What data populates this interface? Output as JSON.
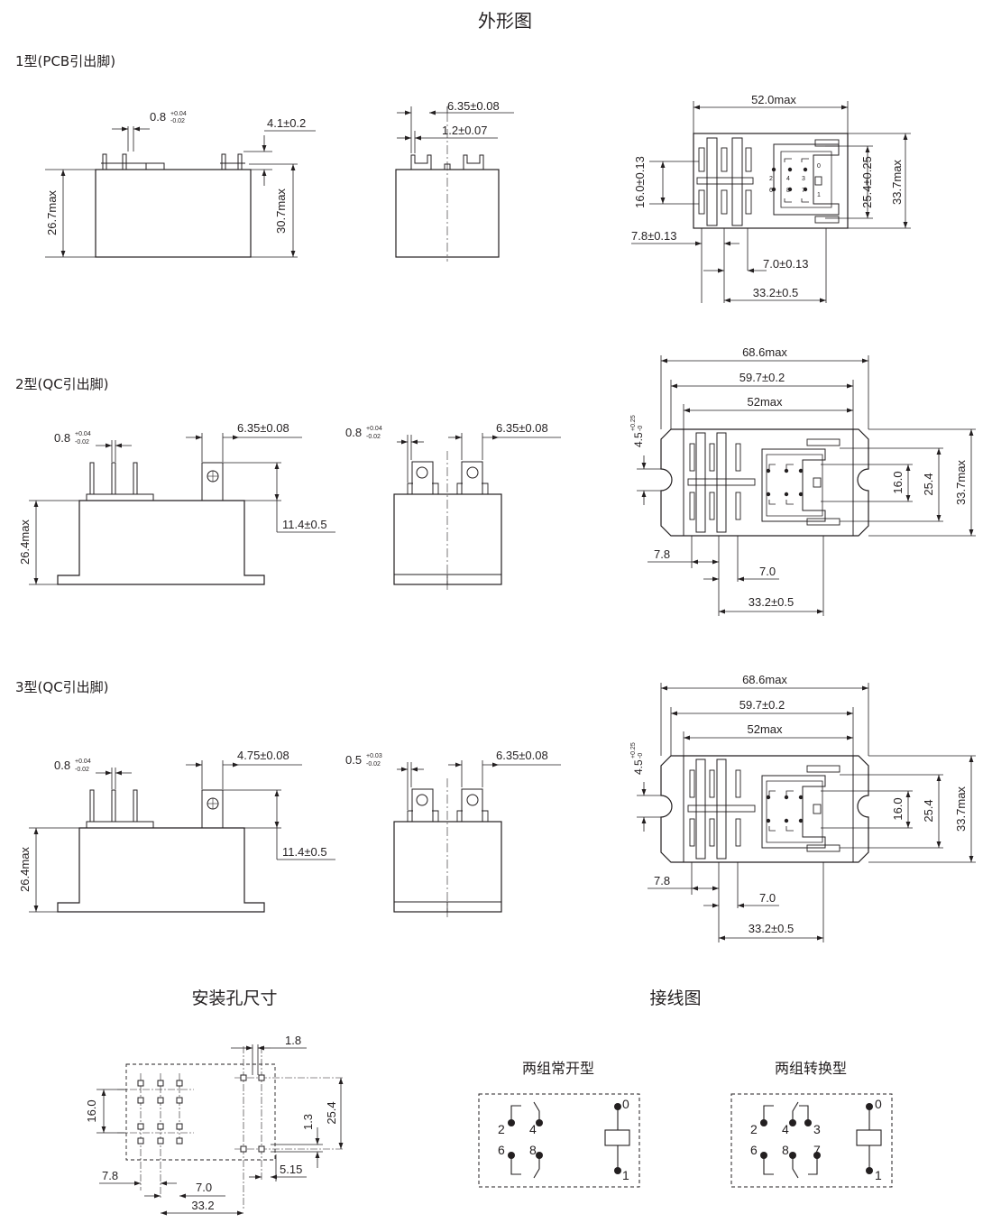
{
  "title": "外形图",
  "type1": {
    "label": "1型(PCB引出脚)",
    "pin_thk_base": "0.8",
    "pin_thk_sup": "+0.04",
    "pin_thk_sub": "-0.02",
    "pin_len": "4.1±0.2",
    "height": "26.7max",
    "total_height": "30.7max",
    "pin_pitch": "6.35±0.08",
    "pin_width": "1.2±0.07",
    "width": "52.0max",
    "row_pitch": "16.0±0.13",
    "coil_pitch": "25.4±0.25",
    "depth": "33.7max",
    "edge": "7.8±0.13",
    "col_pitch": "7.0±0.13",
    "span": "33.2±0.5",
    "terminals": [
      "2",
      "4",
      "3",
      "0",
      "6",
      "8",
      "7",
      "1"
    ]
  },
  "type2": {
    "label": "2型(QC引出脚)",
    "pin_thk_base": "0.8",
    "pin_thk_sup": "+0.04",
    "pin_thk_sub": "-0.02",
    "tab_w": "6.35±0.08",
    "tab_h": "11.4±0.5",
    "height": "26.4max",
    "side_thk_base": "0.8",
    "side_thk_sup": "+0.04",
    "side_thk_sub": "-0.02",
    "side_tab_w": "6.35±0.08",
    "w1": "68.6max",
    "w2": "59.7±0.2",
    "w3": "52max",
    "hole_base": "4.5",
    "hole_sup": "+0.25",
    "hole_sub": "-0",
    "r1": "16.0",
    "r2": "25.4",
    "r3": "33.7max",
    "e1": "7.8",
    "e2": "7.0",
    "e3": "33.2±0.5"
  },
  "type3": {
    "label": "3型(QC引出脚)",
    "pin_thk_base": "0.8",
    "pin_thk_sup": "+0.04",
    "pin_thk_sub": "-0.02",
    "tab_w": "4.75±0.08",
    "tab_h": "11.4±0.5",
    "height": "26.4max",
    "side_thk_base": "0.5",
    "side_thk_sup": "+0.03",
    "side_thk_sub": "-0.02",
    "side_tab_w": "6.35±0.08",
    "w1": "68.6max",
    "w2": "59.7±0.2",
    "w3": "52max",
    "hole_base": "4.5",
    "hole_sup": "+0.25",
    "hole_sub": "-0",
    "r1": "16.0",
    "r2": "25.4",
    "r3": "33.7max",
    "e1": "7.8",
    "e2": "7.0",
    "e3": "33.2±0.5"
  },
  "mounting": {
    "title": "安装孔尺寸",
    "d_1_8": "1.8",
    "d_16": "16.0",
    "d_1_3": "1.3",
    "d_25_4": "25.4",
    "d_7_8": "7.8",
    "d_5_15": "5.15",
    "d_7_0": "7.0",
    "d_33_2": "33.2"
  },
  "wiring": {
    "title": "接线图",
    "no_title": "两组常开型",
    "co_title": "两组转换型",
    "no_terminals": [
      "2",
      "4",
      "6",
      "8",
      "0",
      "1"
    ],
    "co_terminals": [
      "2",
      "4",
      "3",
      "6",
      "8",
      "7",
      "0",
      "1"
    ]
  }
}
